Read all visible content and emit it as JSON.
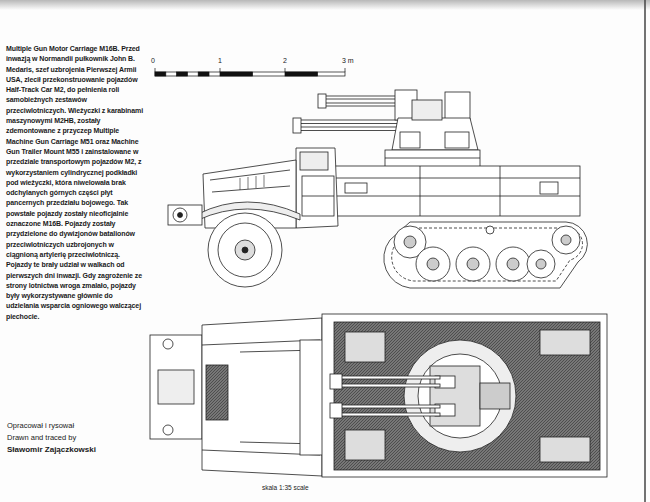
{
  "diagram": {
    "labels": [
      "Multiple Gun Motor Carriage M16B. Przed inwazją w Normandii pułkownik John B. Medaris, szef uzbrojenia Pierwszej Armii USA, zlecił przekonstruowanie pojazdów Half-Track Car M2, do pełnienia roli samobieżnych zestawów przeciwlotniczych. Wieżyczki z karabinami maszynowymi M2HB, zostały zdemontowane z przyczep Multiple Machine Gun Carriage M51 oraz Machine Gun Trailer Mount M55 i zainstalowane w przedziale transportowym pojazdów M2, z wykorzystaniem cylindrycznej podkładki pod wieżyczki, która niwelowała brak odchylanych górnych części płyt pancernych przedziału bojowego. Tak powstałe pojazdy zostały nieoficjalnie oznaczone M16B. Pojazdy zostały przydzielone do dywizjonów batalionów przeciwlotniczych uzbrojonych w ciągnioną artylerię przeciwlotniczą. Pojazdy te brały udział w walkach od pierwszych dni inwazji. Gdy zagrożenie ze strony lotnictwa wroga zmalało, pojazdy były wykorzystywane głównie do udzielania wsparcia ogniowego walczącej piechocie.",
      "0",
      "1",
      "2",
      "3 m",
      "Opracował i rysował",
      "Drawn and traced by",
      "Sławomir Zajączkowski",
      "skala 1:35 scale"
    ]
  }
}
